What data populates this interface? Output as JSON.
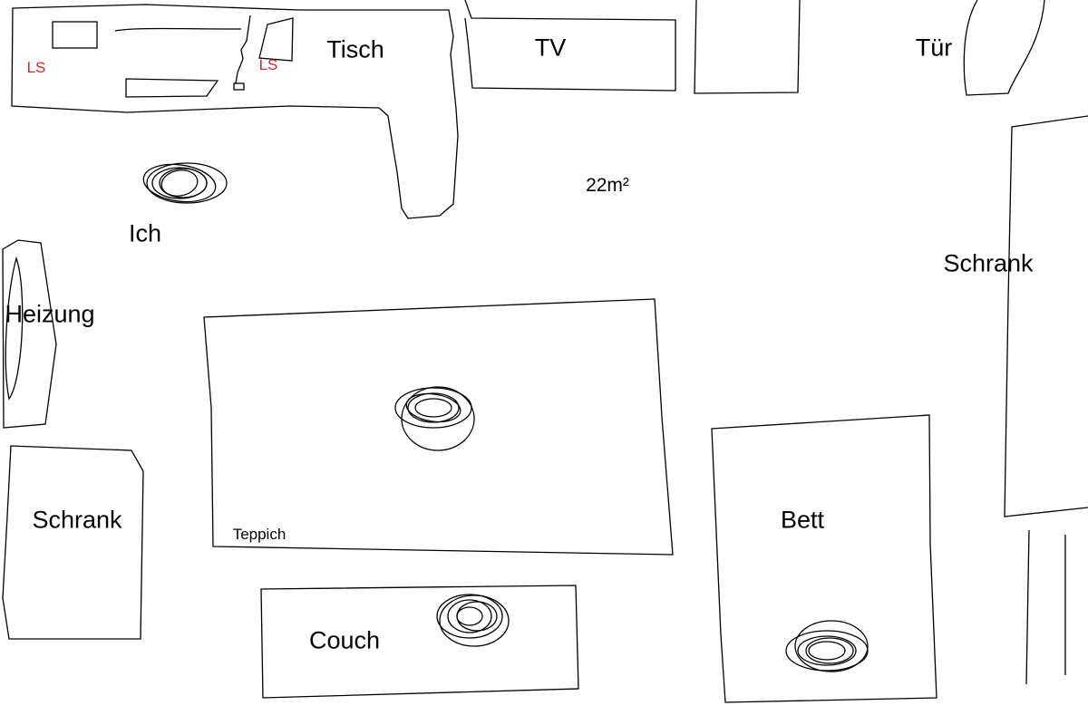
{
  "title": "22m²",
  "colors": {
    "ink": "#000000",
    "marker": "#e02020",
    "scribble_red": "#b01010"
  },
  "labels": {
    "tisch": "Tisch",
    "tv": "TV",
    "tuer": "Tür",
    "area": "22m²",
    "ich": "Ich",
    "heizung": "Heizung",
    "schrank_right": "Schrank",
    "schrank_left": "Schrank",
    "teppich": "Teppich",
    "bett": "Bett",
    "couch": "Couch",
    "ls_left": "LS",
    "ls_right": "LS"
  }
}
